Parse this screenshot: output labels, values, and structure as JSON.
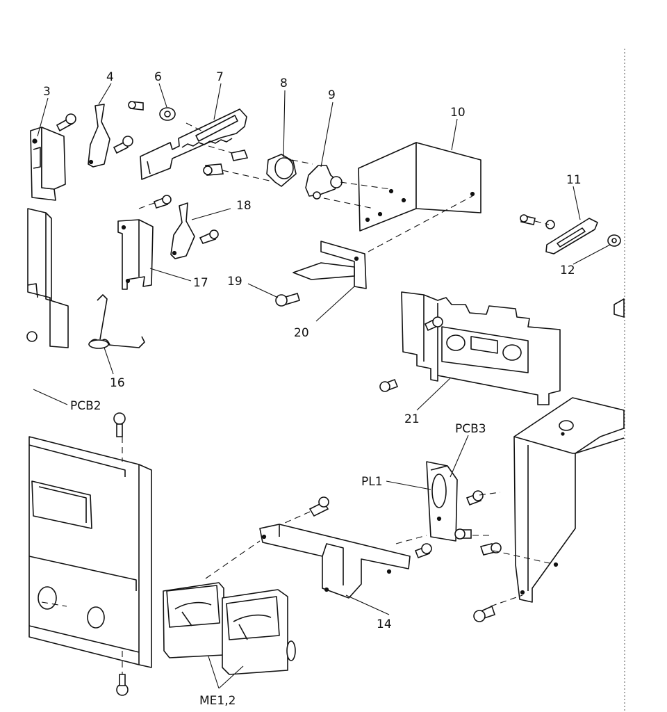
{
  "diagram": {
    "labels": {
      "l3": "3",
      "l4": "4",
      "l6": "6",
      "l7": "7",
      "l8": "8",
      "l9": "9",
      "l10": "10",
      "l11": "11",
      "l12": "12",
      "l14": "14",
      "l16": "16",
      "l17": "17",
      "l18": "18",
      "l19": "19",
      "l20": "20",
      "l21": "21",
      "pcb2": "PCB2",
      "pcb3": "PCB3",
      "pl1": "PL1",
      "me": "ME1,2"
    },
    "colors": {
      "ink": "#111111",
      "paper": "#ffffff"
    }
  }
}
